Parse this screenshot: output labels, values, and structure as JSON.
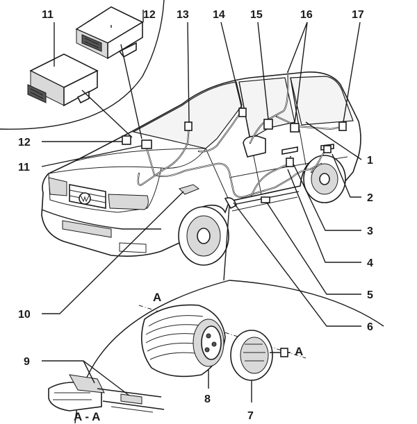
{
  "labels": {
    "c1": "1",
    "c2": "2",
    "c3": "3",
    "c4": "4",
    "c5": "5",
    "c6": "6",
    "c7": "7",
    "c8": "8",
    "c9": "9",
    "c10": "10",
    "c11_top": "11",
    "c11_side": "11",
    "c12_top": "12",
    "c12_side": "12",
    "c13": "13",
    "c14": "14",
    "c15": "15",
    "c16": "16",
    "c17": "17"
  },
  "section": {
    "marker_top": "A",
    "marker_right": "A",
    "cut_label": "A - A"
  }
}
